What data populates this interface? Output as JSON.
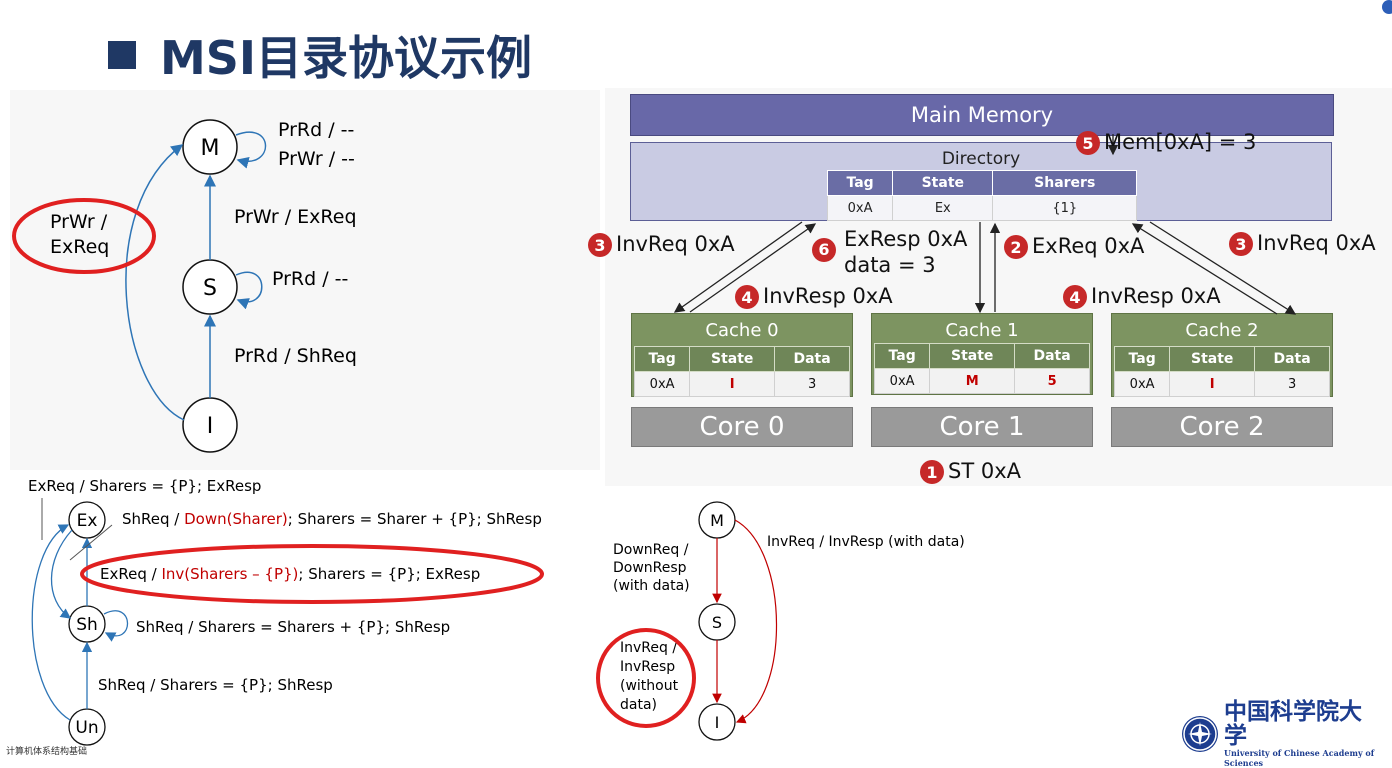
{
  "title": "MSI目录协议示例",
  "fsm_left": {
    "states": {
      "m": "M",
      "s": "S",
      "i": "I"
    },
    "labels": {
      "m_self_1": "PrRd / --",
      "m_self_2": "PrWr / --",
      "s_to_m": "PrWr / ExReq",
      "s_self": "PrRd / --",
      "i_to_s": "PrRd / ShReq",
      "i_to_m_1": "PrWr /",
      "i_to_m_2": "ExReq"
    }
  },
  "fsm_dir": {
    "states": {
      "ex": "Ex",
      "sh": "Sh",
      "un": "Un"
    },
    "labels": {
      "top": "ExReq / Sharers = {P}; ExResp",
      "ex_self_a": "ShReq / ",
      "ex_self_b": "Down(Sharer)",
      "ex_self_c": "; Sharers = Sharer + {P}; ShResp",
      "sh_to_ex_a": "ExReq / ",
      "sh_to_ex_b": "Inv(Sharers – {P})",
      "sh_to_ex_c": "; Sharers = {P}; ExResp",
      "sh_self": "ShReq / Sharers = Sharers + {P}; ShResp",
      "un_to_sh": "ShReq / Sharers = {P}; ShResp"
    }
  },
  "fsm_small": {
    "states": {
      "m": "M",
      "s": "S",
      "i": "I"
    },
    "labels": {
      "m_to_s_1": "DownReq /",
      "m_to_s_2": "DownResp",
      "m_to_s_3": "(with data)",
      "m_to_i": "InvReq / InvResp (with data)",
      "s_to_i_1": "InvReq /",
      "s_to_i_2": "InvResp",
      "s_to_i_3": "(without",
      "s_to_i_4": "data)"
    }
  },
  "system": {
    "main_memory": "Main Memory",
    "directory": {
      "title": "Directory",
      "headers": [
        "Tag",
        "State",
        "Sharers"
      ],
      "row": [
        "0xA",
        "Ex",
        "{1}"
      ]
    },
    "caches": [
      {
        "title": "Cache 0",
        "headers": [
          "Tag",
          "State",
          "Data"
        ],
        "row": [
          "0xA",
          "I",
          "3"
        ]
      },
      {
        "title": "Cache 1",
        "headers": [
          "Tag",
          "State",
          "Data"
        ],
        "row": [
          "0xA",
          "M",
          "5"
        ]
      },
      {
        "title": "Cache 2",
        "headers": [
          "Tag",
          "State",
          "Data"
        ],
        "row": [
          "0xA",
          "I",
          "3"
        ]
      }
    ],
    "cores": [
      "Core 0",
      "Core 1",
      "Core 2"
    ],
    "steps": {
      "s1": {
        "num": "1",
        "text": "ST 0xA"
      },
      "s2": {
        "num": "2",
        "text": "ExReq 0xA"
      },
      "s3a": {
        "num": "3",
        "text": "InvReq 0xA"
      },
      "s3b": {
        "num": "3",
        "text": "InvReq 0xA"
      },
      "s4a": {
        "num": "4",
        "text": "InvResp 0xA"
      },
      "s4b": {
        "num": "4",
        "text": "InvResp 0xA"
      },
      "s5": {
        "num": "5",
        "text": "Mem[0xA] = 3"
      },
      "s6": {
        "num": "6",
        "text_1": "ExResp 0xA",
        "text_2": "data = 3"
      }
    }
  },
  "colors": {
    "title": "#1f3864",
    "highlight": "#e02020",
    "accent_red": "#c00000",
    "memory": "#6868a8",
    "cache": "#7d9461"
  },
  "logo": {
    "cn": "中国科学院大学",
    "en": "University of Chinese Academy of Sciences"
  },
  "footnote": "计算机体系结构基础"
}
